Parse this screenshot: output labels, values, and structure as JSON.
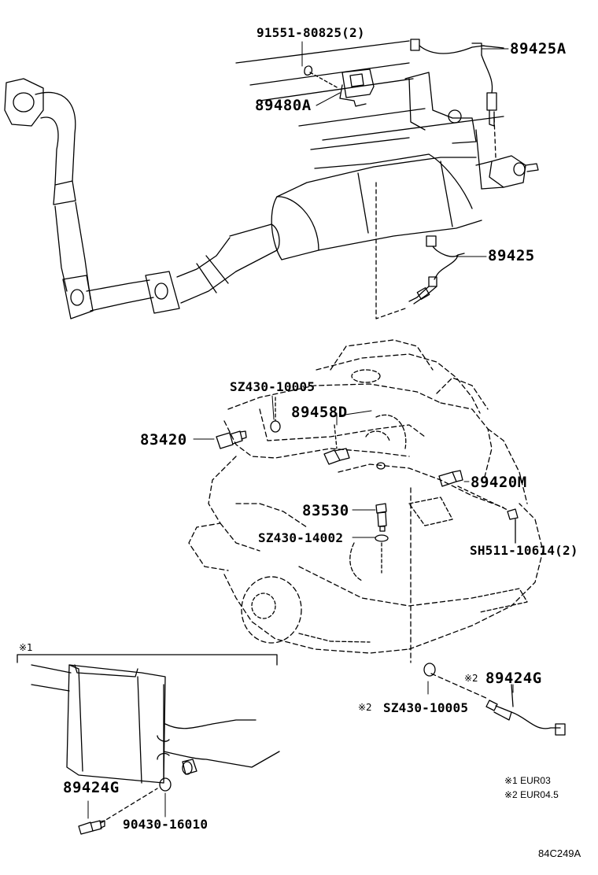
{
  "labels": {
    "p91551": "91551-80825(2)",
    "p89425A": "89425A",
    "p89480A": "89480A",
    "p89425": "89425",
    "pSZ430_10005_top": "SZ430-10005",
    "p89458D": "89458D",
    "p83420": "83420",
    "p89420M": "89420M",
    "p83530": "83530",
    "pSZ430_14002": "SZ430-14002",
    "pSH511": "SH511-10614(2)",
    "p89424G_right": "89424G",
    "pSZ430_10005_bottom": "SZ430-10005",
    "p89424G_left": "89424G",
    "p90430": "90430-16010"
  },
  "marks": {
    "note1": "※1",
    "note2_label": "※2",
    "note2_seal": "※2"
  },
  "legend": {
    "line1": "※1 EUR03",
    "line2": "※2 EUR04.5"
  },
  "figure_id": "84C249A"
}
